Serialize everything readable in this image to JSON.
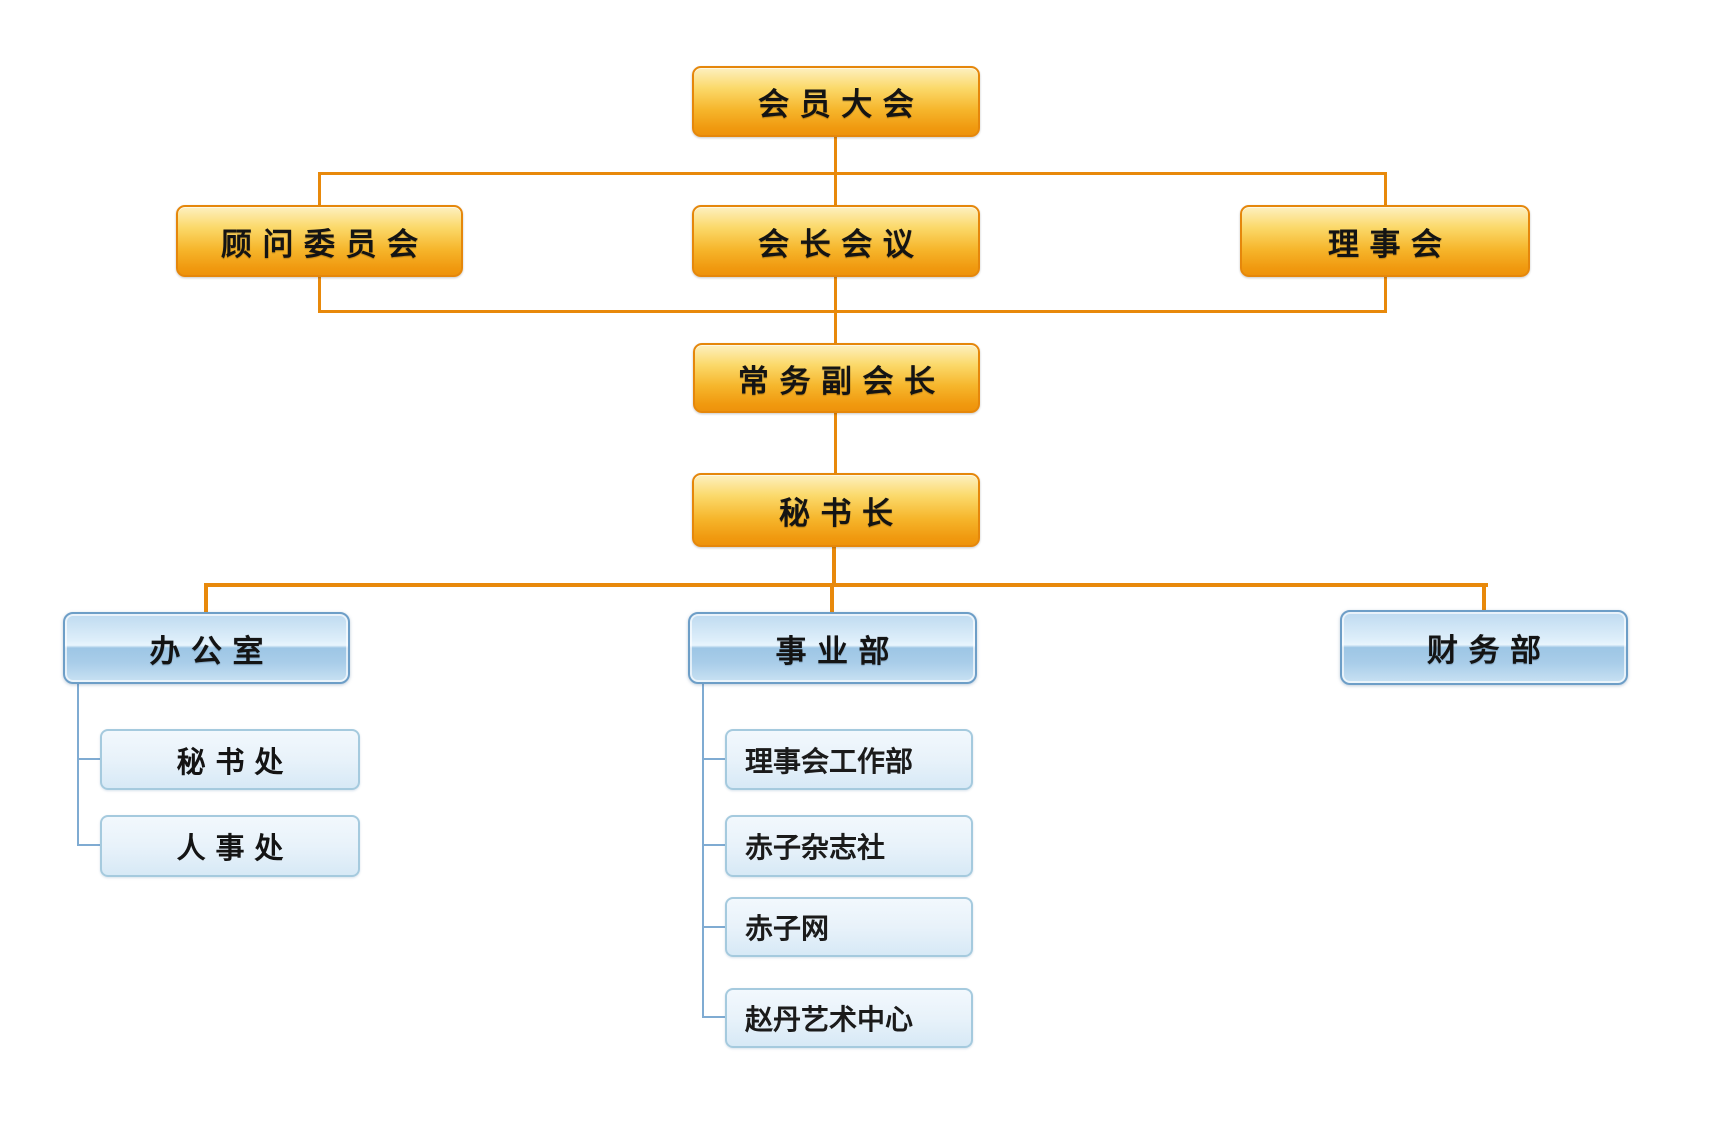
{
  "diagram": {
    "type": "org-chart",
    "background": "#ffffff"
  },
  "nodes": {
    "assembly": {
      "label": "会员大会",
      "level": "top",
      "style": "gold"
    },
    "advisory": {
      "label": "顾问委员会",
      "level": "row2",
      "style": "gold"
    },
    "presidents_meeting": {
      "label": "会长会议",
      "level": "row2",
      "style": "gold"
    },
    "council": {
      "label": "理事会",
      "level": "row2",
      "style": "gold"
    },
    "executive_vp": {
      "label": "常务副会长",
      "level": "row3",
      "style": "gold"
    },
    "secretary_general": {
      "label": "秘书长",
      "level": "row4",
      "style": "gold"
    },
    "office": {
      "label": "办公室",
      "level": "department",
      "style": "blue"
    },
    "business_division": {
      "label": "事业部",
      "level": "department",
      "style": "blue"
    },
    "finance": {
      "label": "财务部",
      "level": "department",
      "style": "blue"
    },
    "secretariat": {
      "label": "秘书处",
      "level": "unit",
      "style": "light-blue"
    },
    "personnel": {
      "label": "人事处",
      "level": "unit",
      "style": "light-blue"
    },
    "council_work": {
      "label": "理事会工作部",
      "level": "unit",
      "style": "light-blue"
    },
    "magazine": {
      "label": "赤子杂志社",
      "level": "unit",
      "style": "light-blue"
    },
    "net": {
      "label": "赤子网",
      "level": "unit",
      "style": "light-blue"
    },
    "art_center": {
      "label": "赵丹艺术中心",
      "level": "unit",
      "style": "light-blue"
    }
  },
  "edges": [
    {
      "from": "assembly",
      "to": "advisory"
    },
    {
      "from": "assembly",
      "to": "presidents_meeting"
    },
    {
      "from": "assembly",
      "to": "council"
    },
    {
      "from": "advisory",
      "to": "executive_vp"
    },
    {
      "from": "presidents_meeting",
      "to": "executive_vp"
    },
    {
      "from": "council",
      "to": "executive_vp"
    },
    {
      "from": "executive_vp",
      "to": "secretary_general"
    },
    {
      "from": "secretary_general",
      "to": "office"
    },
    {
      "from": "secretary_general",
      "to": "business_division"
    },
    {
      "from": "secretary_general",
      "to": "finance"
    },
    {
      "from": "office",
      "to": "secretariat"
    },
    {
      "from": "office",
      "to": "personnel"
    },
    {
      "from": "business_division",
      "to": "council_work"
    },
    {
      "from": "business_division",
      "to": "magazine"
    },
    {
      "from": "business_division",
      "to": "net"
    },
    {
      "from": "business_division",
      "to": "art_center"
    }
  ],
  "colors": {
    "gold_border": "#e5870b",
    "gold_gradient_top": "#fdf0c0",
    "gold_gradient_bottom": "#f0990f",
    "dept_border": "#6d9ec7",
    "dept_gradient_top": "#bedaf0",
    "dept_gradient_bottom": "#c9e2f3",
    "leaf_border": "#a5cade",
    "leaf_fill": "#e8f2fa",
    "connector_orange": "#e8890b",
    "connector_blue": "#7fabd2",
    "text": "#141414"
  }
}
